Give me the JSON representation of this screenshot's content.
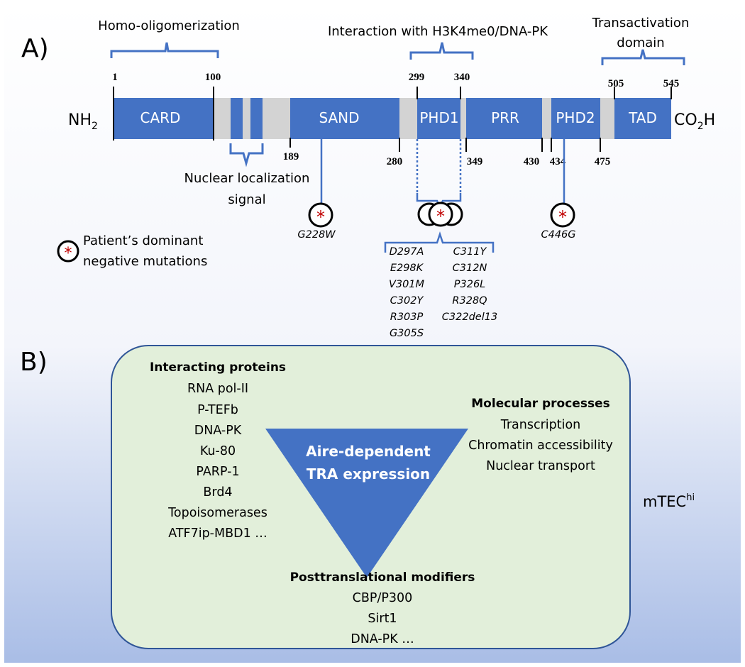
{
  "panel_a": {
    "label": "A)",
    "regions": {
      "homo": "Homo-oligomerization",
      "h3k4": "Interaction with H3K4me0/DNA-PK",
      "ta_line1": "Transactivation",
      "ta_line2": "domain",
      "nls_line1": "Nuclear localization",
      "nls_line2": "signal"
    },
    "termini": {
      "n_prefix": "NH",
      "n_sub": "2",
      "c_prefix": "CO",
      "c_sub": "2",
      "c_suffix": "H"
    },
    "domains": {
      "card": "CARD",
      "sand": "SAND",
      "phd1": "PHD1",
      "prr": "PRR",
      "phd2": "PHD2",
      "tad": "TAD"
    },
    "positions_top": [
      "1",
      "100",
      "299",
      "340",
      "505",
      "545"
    ],
    "positions_bottom": [
      "189",
      "280",
      "349",
      "430",
      "434",
      "475"
    ],
    "mutations": {
      "sand": "G228W",
      "phd2": "C446G",
      "phd1_col1": [
        "D297A",
        "E298K",
        "V301M",
        "C302Y",
        "R303P",
        "G305S"
      ],
      "phd1_col2": [
        "C311Y",
        "C312N",
        "P326L",
        "R328Q",
        "C322del13"
      ]
    },
    "legend": {
      "line1": "Patient’s dominant",
      "line2": "negative mutations",
      "symbol": "*"
    }
  },
  "panel_b": {
    "label": "B)",
    "interacting": {
      "heading": "Interacting proteins",
      "items": [
        "RNA pol-II",
        "P-TEFb",
        "DNA-PK",
        "Ku-80",
        "PARP-1",
        "Brd4",
        "Topoisomerases",
        "ATF7ip-MBD1 …"
      ]
    },
    "molecular": {
      "heading": "Molecular processes",
      "items": [
        "Transcription",
        "Chromatin accessibility",
        "Nuclear transport"
      ]
    },
    "ptm": {
      "heading": "Posttranslational modifiers",
      "items": [
        "CBP/P300",
        "Sirt1",
        "DNA-PK …"
      ]
    },
    "center": {
      "line1": "Aire-dependent",
      "line2": "TRA expression"
    },
    "cell": {
      "prefix": "mTEC",
      "sup": "hi"
    }
  },
  "colors": {
    "domain_blue": "#4472c4",
    "linker_gray": "#d3d3d3",
    "panel_green": "#e2efda",
    "panel_border": "#2f5597",
    "asterisk_red": "#c00000",
    "bg_blue": "#a9bde6"
  }
}
